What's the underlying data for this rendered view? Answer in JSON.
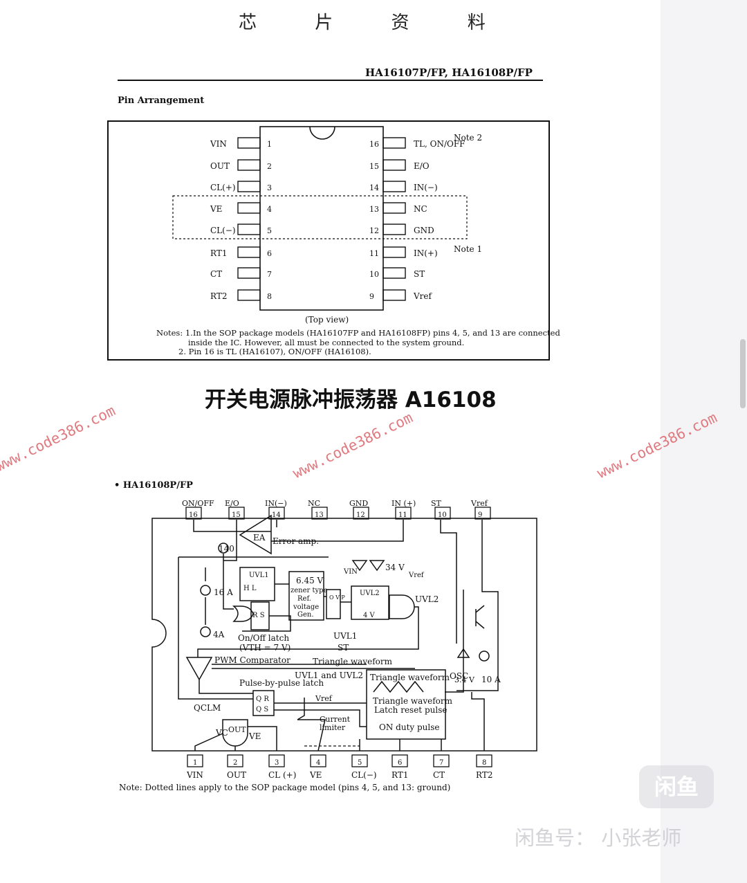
{
  "header": {
    "title": "芯 片 资 料",
    "part_numbers": "HA16107P/FP, HA16108P/FP"
  },
  "pin_arrangement": {
    "heading": "Pin Arrangement",
    "left_pins": [
      {
        "num": "1",
        "name": "VIN"
      },
      {
        "num": "2",
        "name": "OUT"
      },
      {
        "num": "3",
        "name": "CL(+)"
      },
      {
        "num": "4",
        "name": "VE"
      },
      {
        "num": "5",
        "name": "CL(−)"
      },
      {
        "num": "6",
        "name": "RT1"
      },
      {
        "num": "7",
        "name": "CT"
      },
      {
        "num": "8",
        "name": "RT2"
      }
    ],
    "right_pins": [
      {
        "num": "16",
        "name": "TL, ON/OFF"
      },
      {
        "num": "15",
        "name": "E/O"
      },
      {
        "num": "14",
        "name": "IN(−)"
      },
      {
        "num": "13",
        "name": "NC"
      },
      {
        "num": "12",
        "name": "GND"
      },
      {
        "num": "11",
        "name": "IN(+)"
      },
      {
        "num": "10",
        "name": "ST"
      },
      {
        "num": "9",
        "name": "Vref"
      }
    ],
    "note2_label": "Note 2",
    "note1_label": "Note 1",
    "view_label": "(Top view)",
    "notes": [
      "Notes: 1.In the SOP package models (HA16107FP and HA16108FP) pins 4, 5, and 13 are connected",
      "inside the IC. However, all must be connected to the system ground.",
      "2. Pin 16 is TL (HA16107), ON/OFF (HA16108)."
    ]
  },
  "chinese_title": "开关电源脉冲振荡器 A16108",
  "watermarks": [
    "www.code386.com",
    "www.code386.com",
    "www.code386.com"
  ],
  "block_diagram": {
    "heading": "• HA16108P/FP",
    "top_pins": [
      {
        "num": "16",
        "name": "ON/OFF"
      },
      {
        "num": "15",
        "name": "E/O"
      },
      {
        "num": "14",
        "name": "IN(−)"
      },
      {
        "num": "13",
        "name": "NC"
      },
      {
        "num": "12",
        "name": "GND"
      },
      {
        "num": "11",
        "name": "IN (+)"
      },
      {
        "num": "10",
        "name": "ST"
      },
      {
        "num": "9",
        "name": "Vref"
      }
    ],
    "bottom_pins": [
      {
        "num": "1",
        "name": "VIN"
      },
      {
        "num": "2",
        "name": "OUT"
      },
      {
        "num": "3",
        "name": "CL (+)"
      },
      {
        "num": "4",
        "name": "VE"
      },
      {
        "num": "5",
        "name": "CL(−)"
      },
      {
        "num": "6",
        "name": "RT1"
      },
      {
        "num": "7",
        "name": "CT"
      },
      {
        "num": "8",
        "name": "RT2"
      }
    ],
    "labels": {
      "ea": "EA",
      "error_amp": "Error amp.",
      "i140": "140",
      "i16": "16 A",
      "i4": "4A",
      "uvl1_box": "UVL1",
      "hl": "H L",
      "zener": "6.45 V",
      "zener2": "zener type",
      "ref": "Ref.",
      "voltage": "voltage",
      "gen": "Gen.",
      "ovp": "O V P",
      "uvl2_box": "UVL2",
      "v4": "4 V",
      "vin": "VIN",
      "v34": "34 V",
      "vref_top": "Vref",
      "uvl2_out": "UVL2",
      "onoff_latch": "On/Off latch",
      "vth": "(VTH = 7 V)",
      "uvl1_mid": "UVL1",
      "st": "ST",
      "pwm": "PWM Comparator",
      "triangle_top": "Triangle waveform",
      "uvl_and": "UVL1 and UVL2",
      "pbp_latch": "Pulse-by-pulse latch",
      "tri_box": "Triangle waveform",
      "osc": "OSC",
      "tri_latch1": "Triangle waveform",
      "tri_latch2": "Latch reset pulse",
      "on_duty": "ON duty pulse",
      "vref_cl": "Vref",
      "current": "Current",
      "limiter": "limiter",
      "qclm": "QCLM",
      "vc": "VC",
      "out_gate": "OUT",
      "ve_lbl": "VE",
      "i34": "3.4 V",
      "i10": "10 A",
      "rs": "R S",
      "qr": "Q R",
      "qs": "Q S"
    },
    "note": "Note: Dotted lines apply to the SOP package model (pins 4, 5, and 13: ground)"
  },
  "footer": {
    "badge": "闲鱼",
    "seller": "闲鱼号： 小张老师"
  }
}
